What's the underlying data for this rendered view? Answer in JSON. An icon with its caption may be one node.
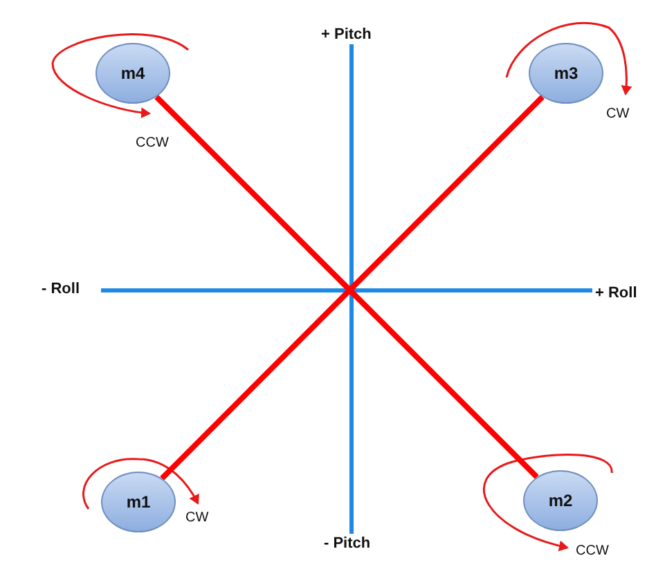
{
  "diagram": {
    "nodes": [
      {
        "text": [
          "m4"
        ],
        "beside": [
          "CCW"
        ]
      },
      {
        "text": [
          "m3"
        ],
        "beside": [
          "CW"
        ]
      },
      {
        "text": [
          "m1"
        ],
        "beside": [
          "CW"
        ]
      },
      {
        "text": [
          "m2"
        ],
        "beside": [
          "CCW"
        ]
      }
    ],
    "edges": [
      {
        "from": 0,
        "to": 3,
        "arrow": "none"
      },
      {
        "from": 1,
        "to": 2,
        "arrow": "none"
      }
    ],
    "labels": [
      "+ Pitch",
      "- Roll",
      "+ Roll",
      "- Pitch"
    ]
  }
}
